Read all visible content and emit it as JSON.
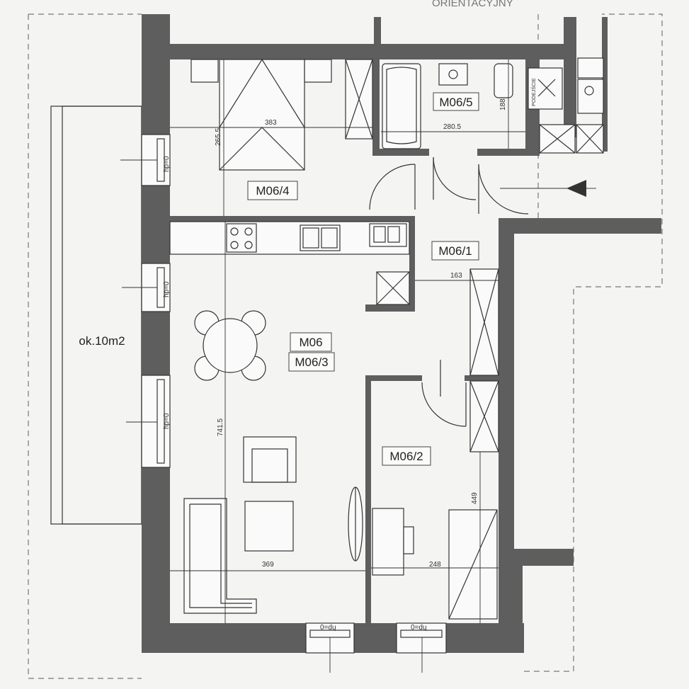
{
  "rooms": {
    "m06": "M06",
    "m06_1": "M06/1",
    "m06_2": "M06/2",
    "m06_3": "M06/3",
    "m06_4": "M06/4",
    "m06_5": "M06/5"
  },
  "balcony": {
    "area": "ok.10m2"
  },
  "dimensions": {
    "d383": "383",
    "d2655": "265.5",
    "d2805": "280.5",
    "d188": "188",
    "d163": "163",
    "d7415": "741.5",
    "d369": "369",
    "d248": "248",
    "d449": "449"
  },
  "labels": {
    "window_hp": "hp=0",
    "window_dp": "0=dų",
    "podejscie": "PODEJŚCIE",
    "top_text": "ORIENTACYJNY"
  }
}
